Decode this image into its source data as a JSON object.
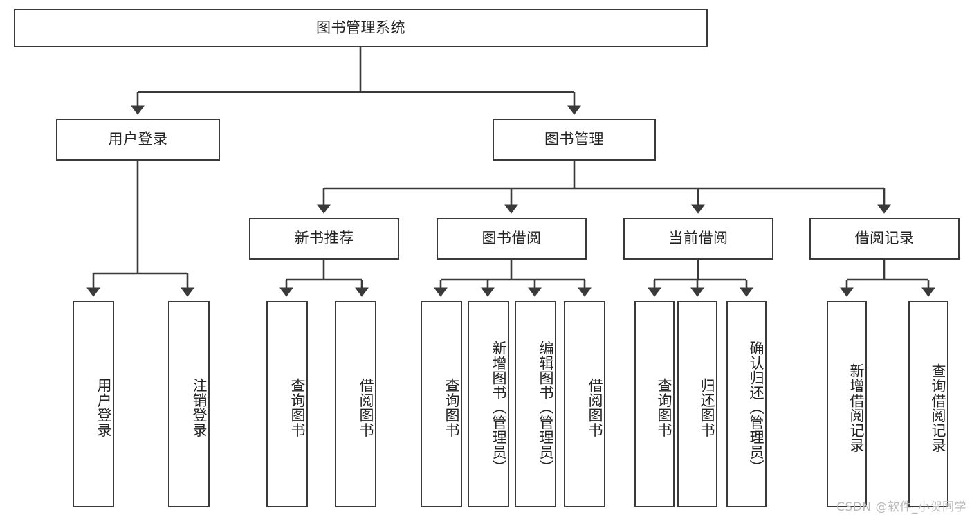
{
  "diagram": {
    "title": "图书管理系统",
    "type": "functional-structure-tree",
    "watermark": "CSDN @软件_小贺同学",
    "colors": {
      "border": "#3a3a3a",
      "background": "#ffffff",
      "text": "#222222",
      "watermark": "#b9b9b9"
    },
    "root": {
      "label": "图书管理系统"
    },
    "level2": [
      {
        "label": "用户登录"
      },
      {
        "label": "图书管理"
      }
    ],
    "level3": [
      {
        "label": "新书推荐"
      },
      {
        "label": "图书借阅"
      },
      {
        "label": "当前借阅"
      },
      {
        "label": "借阅记录"
      }
    ],
    "leaves": {
      "user_login": [
        {
          "label": "用户登录"
        },
        {
          "label": "注销登录"
        }
      ],
      "new_book_recommend": [
        {
          "label": "查询图书"
        },
        {
          "label": "借阅图书"
        }
      ],
      "book_borrow": [
        {
          "label": "查询图书"
        },
        {
          "label": "新增图书（管理员）"
        },
        {
          "label": "编辑图书（管理员）"
        },
        {
          "label": "借阅图书"
        }
      ],
      "current_borrow": [
        {
          "label": "查询图书"
        },
        {
          "label": "归还图书"
        },
        {
          "label": "确认归还（管理员）"
        }
      ],
      "borrow_record": [
        {
          "label": "新增借阅记录"
        },
        {
          "label": "查询借阅记录"
        }
      ]
    }
  }
}
